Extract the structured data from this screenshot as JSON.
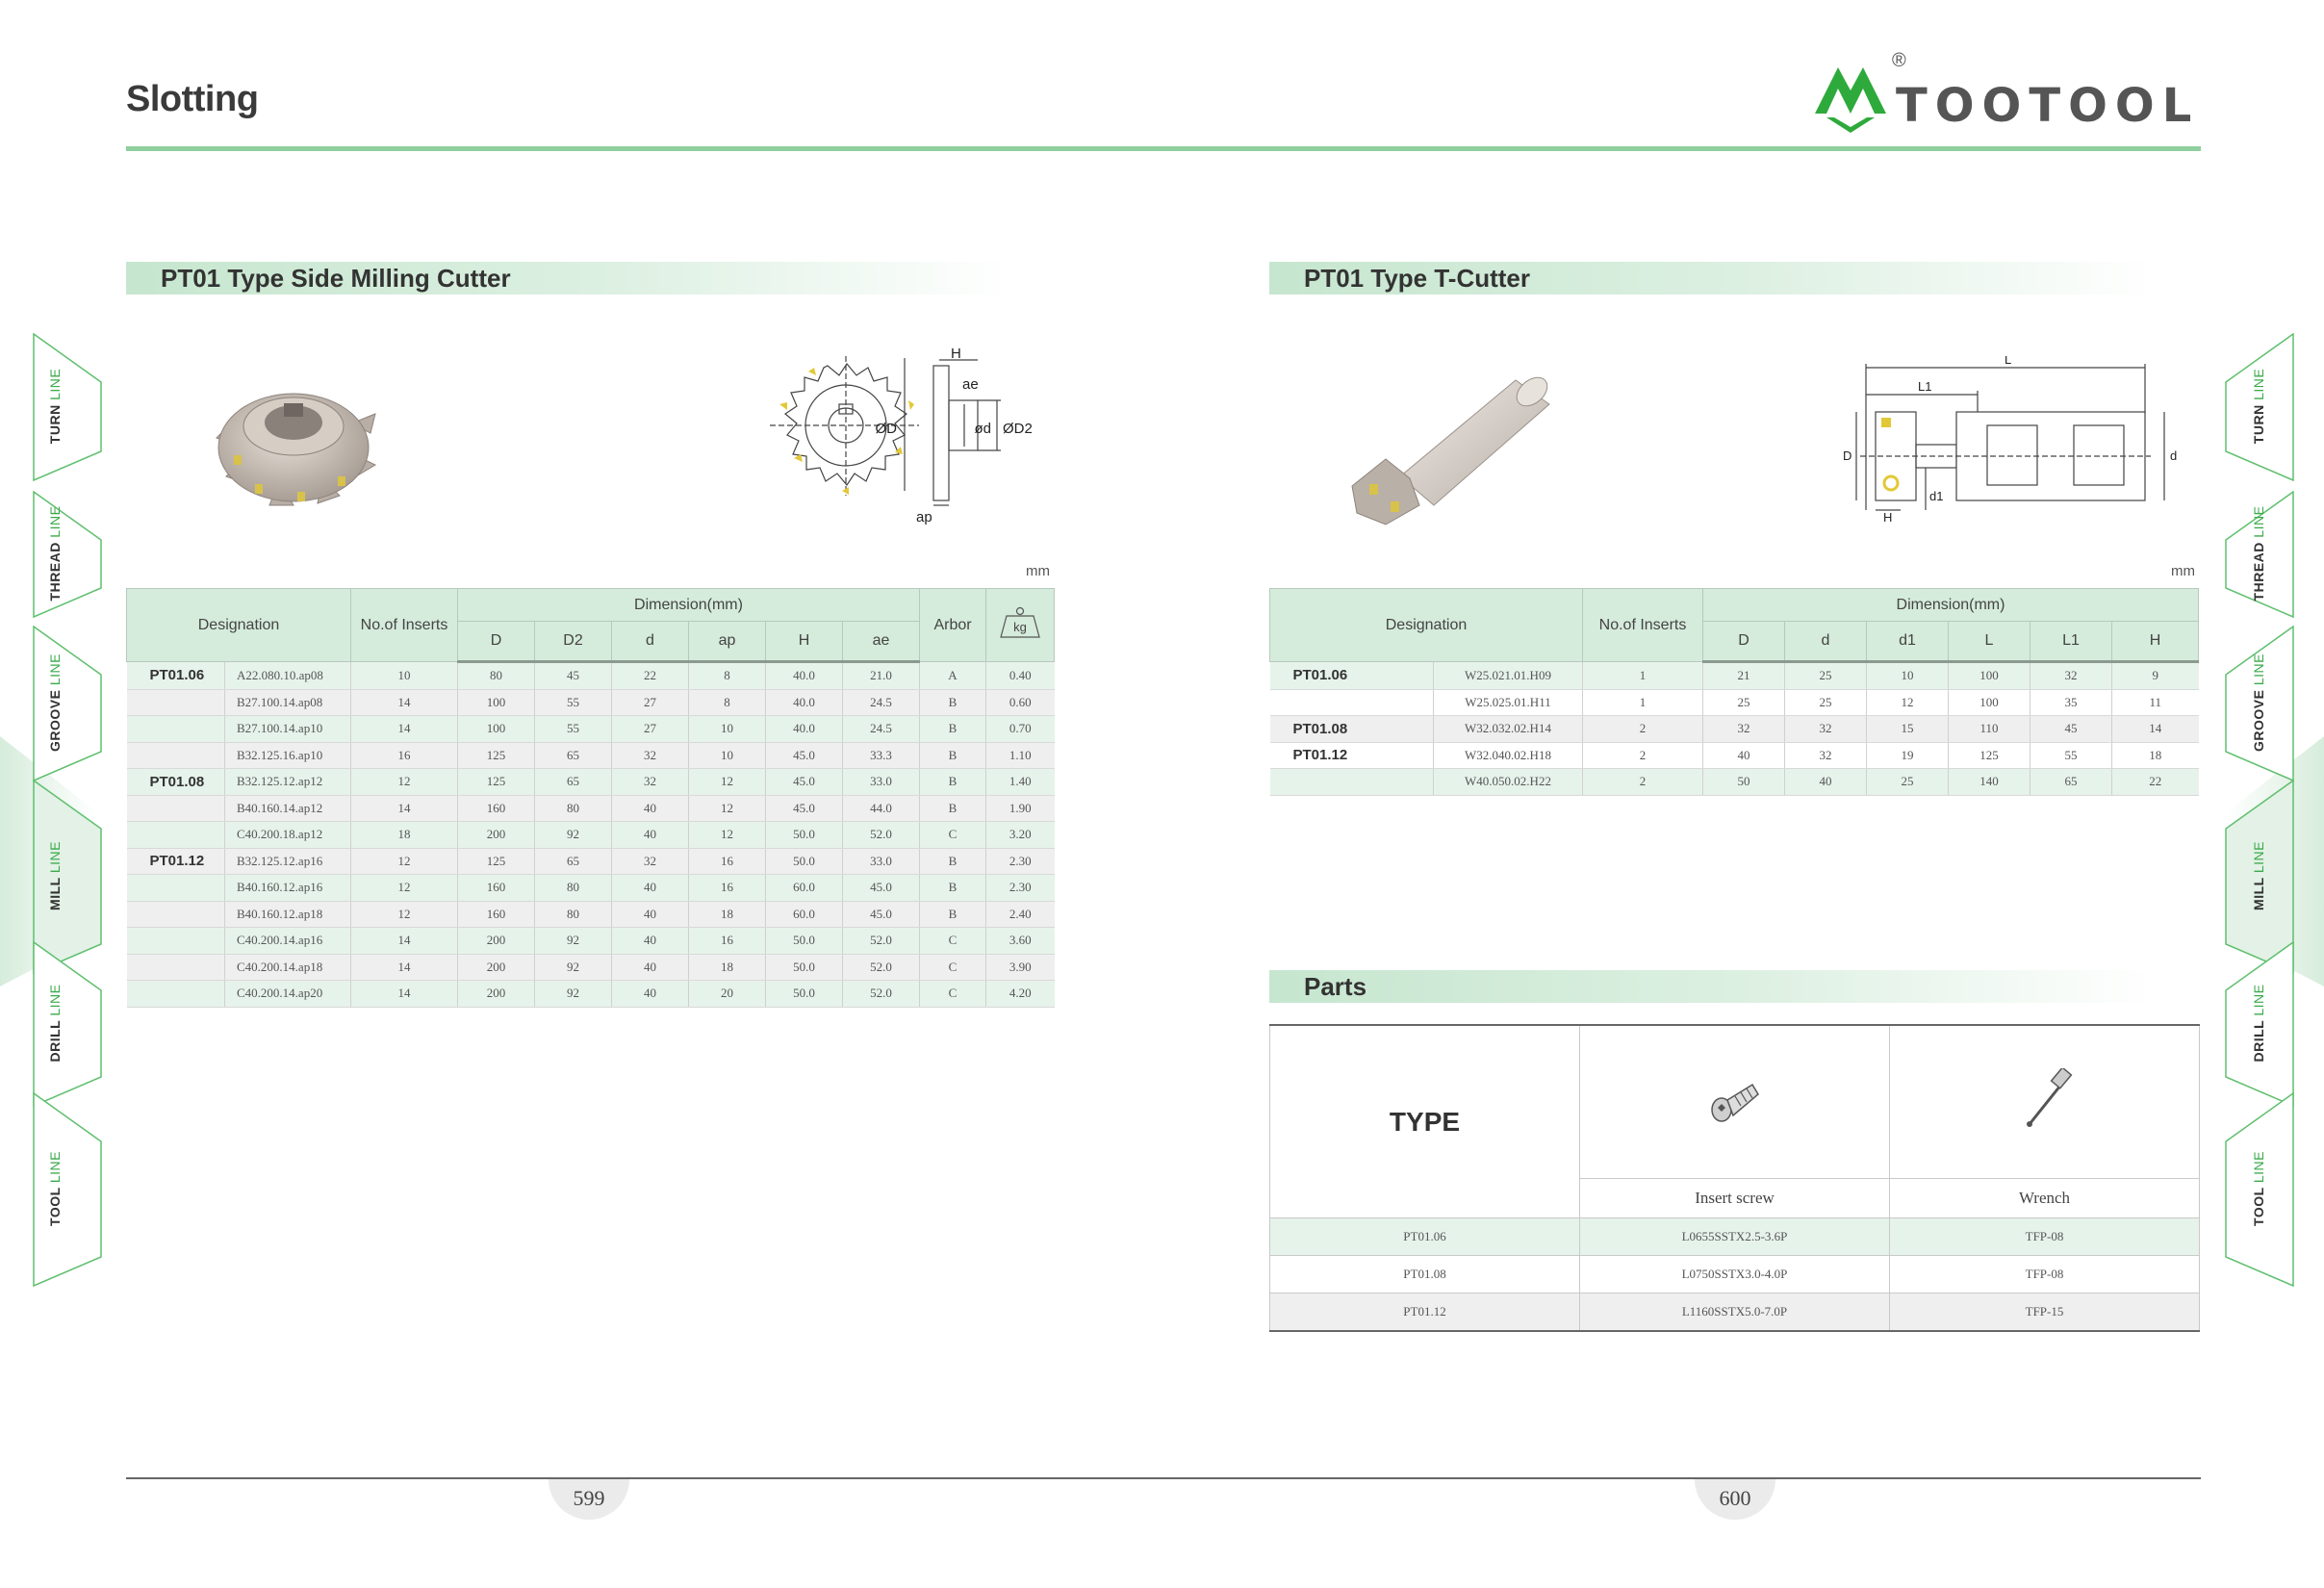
{
  "page": {
    "title": "Slotting",
    "brand": "TOOTOOL",
    "registered": "®"
  },
  "colors": {
    "accent_green": "#8ecf9e",
    "brand_green": "#2eaa3c",
    "header_fill": "#d5ebdb"
  },
  "side_tabs": [
    {
      "main": "TURN",
      "sub": "LINE"
    },
    {
      "main": "THREAD",
      "sub": "LINE"
    },
    {
      "main": "GROOVE",
      "sub": "LINE"
    },
    {
      "main": "MILL",
      "sub": "LINE"
    },
    {
      "main": "DRILL",
      "sub": "LINE"
    },
    {
      "main": "TOOL",
      "sub": "LINE"
    }
  ],
  "left": {
    "section_title": "PT01 Type Side Milling Cutter",
    "unit": "mm",
    "diagram_labels": {
      "H": "H",
      "ae": "ae",
      "D": "ØD",
      "d": "ød",
      "D2": "ØD2",
      "ap": "ap"
    },
    "table": {
      "headers": {
        "designation": "Designation",
        "inserts": "No.of  Inserts",
        "dimension": "Dimension(mm)",
        "D": "D",
        "D2": "D2",
        "d": "d",
        "ap": "ap",
        "H": "H",
        "ae": "ae",
        "arbor": "Arbor",
        "kg": "kg"
      },
      "rows": [
        {
          "group": "PT01.06",
          "des": "A22.080.10.ap08",
          "n": "10",
          "D": "80",
          "D2": "45",
          "d": "22",
          "ap": "8",
          "H": "40.0",
          "ae": "21.0",
          "arbor": "A",
          "kg": "0.40"
        },
        {
          "group": "",
          "des": "B27.100.14.ap08",
          "n": "14",
          "D": "100",
          "D2": "55",
          "d": "27",
          "ap": "8",
          "H": "40.0",
          "ae": "24.5",
          "arbor": "B",
          "kg": "0.60"
        },
        {
          "group": "",
          "des": "B27.100.14.ap10",
          "n": "14",
          "D": "100",
          "D2": "55",
          "d": "27",
          "ap": "10",
          "H": "40.0",
          "ae": "24.5",
          "arbor": "B",
          "kg": "0.70"
        },
        {
          "group": "",
          "des": "B32.125.16.ap10",
          "n": "16",
          "D": "125",
          "D2": "65",
          "d": "32",
          "ap": "10",
          "H": "45.0",
          "ae": "33.3",
          "arbor": "B",
          "kg": "1.10"
        },
        {
          "group": "PT01.08",
          "des": "B32.125.12.ap12",
          "n": "12",
          "D": "125",
          "D2": "65",
          "d": "32",
          "ap": "12",
          "H": "45.0",
          "ae": "33.0",
          "arbor": "B",
          "kg": "1.40"
        },
        {
          "group": "",
          "des": "B40.160.14.ap12",
          "n": "14",
          "D": "160",
          "D2": "80",
          "d": "40",
          "ap": "12",
          "H": "45.0",
          "ae": "44.0",
          "arbor": "B",
          "kg": "1.90"
        },
        {
          "group": "",
          "des": "C40.200.18.ap12",
          "n": "18",
          "D": "200",
          "D2": "92",
          "d": "40",
          "ap": "12",
          "H": "50.0",
          "ae": "52.0",
          "arbor": "C",
          "kg": "3.20"
        },
        {
          "group": "PT01.12",
          "des": "B32.125.12.ap16",
          "n": "12",
          "D": "125",
          "D2": "65",
          "d": "32",
          "ap": "16",
          "H": "50.0",
          "ae": "33.0",
          "arbor": "B",
          "kg": "2.30"
        },
        {
          "group": "",
          "des": "B40.160.12.ap16",
          "n": "12",
          "D": "160",
          "D2": "80",
          "d": "40",
          "ap": "16",
          "H": "60.0",
          "ae": "45.0",
          "arbor": "B",
          "kg": "2.30"
        },
        {
          "group": "",
          "des": "B40.160.12.ap18",
          "n": "12",
          "D": "160",
          "D2": "80",
          "d": "40",
          "ap": "18",
          "H": "60.0",
          "ae": "45.0",
          "arbor": "B",
          "kg": "2.40"
        },
        {
          "group": "",
          "des": "C40.200.14.ap16",
          "n": "14",
          "D": "200",
          "D2": "92",
          "d": "40",
          "ap": "16",
          "H": "50.0",
          "ae": "52.0",
          "arbor": "C",
          "kg": "3.60"
        },
        {
          "group": "",
          "des": "C40.200.14.ap18",
          "n": "14",
          "D": "200",
          "D2": "92",
          "d": "40",
          "ap": "18",
          "H": "50.0",
          "ae": "52.0",
          "arbor": "C",
          "kg": "3.90"
        },
        {
          "group": "",
          "des": "C40.200.14.ap20",
          "n": "14",
          "D": "200",
          "D2": "92",
          "d": "40",
          "ap": "20",
          "H": "50.0",
          "ae": "52.0",
          "arbor": "C",
          "kg": "4.20"
        }
      ]
    }
  },
  "right": {
    "section_title": "PT01 Type T-Cutter",
    "unit": "mm",
    "diagram_labels": {
      "L": "L",
      "L1": "L1",
      "D": "D",
      "d": "d",
      "d1": "d1",
      "H": "H"
    },
    "table": {
      "headers": {
        "designation": "Designation",
        "inserts": "No.of  Inserts",
        "dimension": "Dimension(mm)",
        "D": "D",
        "d": "d",
        "d1": "d1",
        "L": "L",
        "L1": "L1",
        "H": "H"
      },
      "rows": [
        {
          "group": "PT01.06",
          "des": "W25.021.01.H09",
          "n": "1",
          "D": "21",
          "d": "25",
          "d1": "10",
          "L": "100",
          "L1": "32",
          "H": "9"
        },
        {
          "group": "",
          "des": "W25.025.01.H11",
          "n": "1",
          "D": "25",
          "d": "25",
          "d1": "12",
          "L": "100",
          "L1": "35",
          "H": "11"
        },
        {
          "group": "PT01.08",
          "des": "W32.032.02.H14",
          "n": "2",
          "D": "32",
          "d": "32",
          "d1": "15",
          "L": "110",
          "L1": "45",
          "H": "14"
        },
        {
          "group": "PT01.12",
          "des": "W32.040.02.H18",
          "n": "2",
          "D": "40",
          "d": "32",
          "d1": "19",
          "L": "125",
          "L1": "55",
          "H": "18"
        },
        {
          "group": "",
          "des": "W40.050.02.H22",
          "n": "2",
          "D": "50",
          "d": "40",
          "d1": "25",
          "L": "140",
          "L1": "65",
          "H": "22"
        }
      ]
    },
    "parts": {
      "title": "Parts",
      "type_label": "TYPE",
      "col1": "Insert screw",
      "col2": "Wrench",
      "rows": [
        {
          "type": "PT01.06",
          "screw": "L0655SSTX2.5-3.6P",
          "wrench": "TFP-08"
        },
        {
          "type": "PT01.08",
          "screw": "L0750SSTX3.0-4.0P",
          "wrench": "TFP-08"
        },
        {
          "type": "PT01.12",
          "screw": "L1160SSTX5.0-7.0P",
          "wrench": "TFP-15"
        }
      ]
    }
  },
  "footer": {
    "left_page": "599",
    "right_page": "600"
  }
}
